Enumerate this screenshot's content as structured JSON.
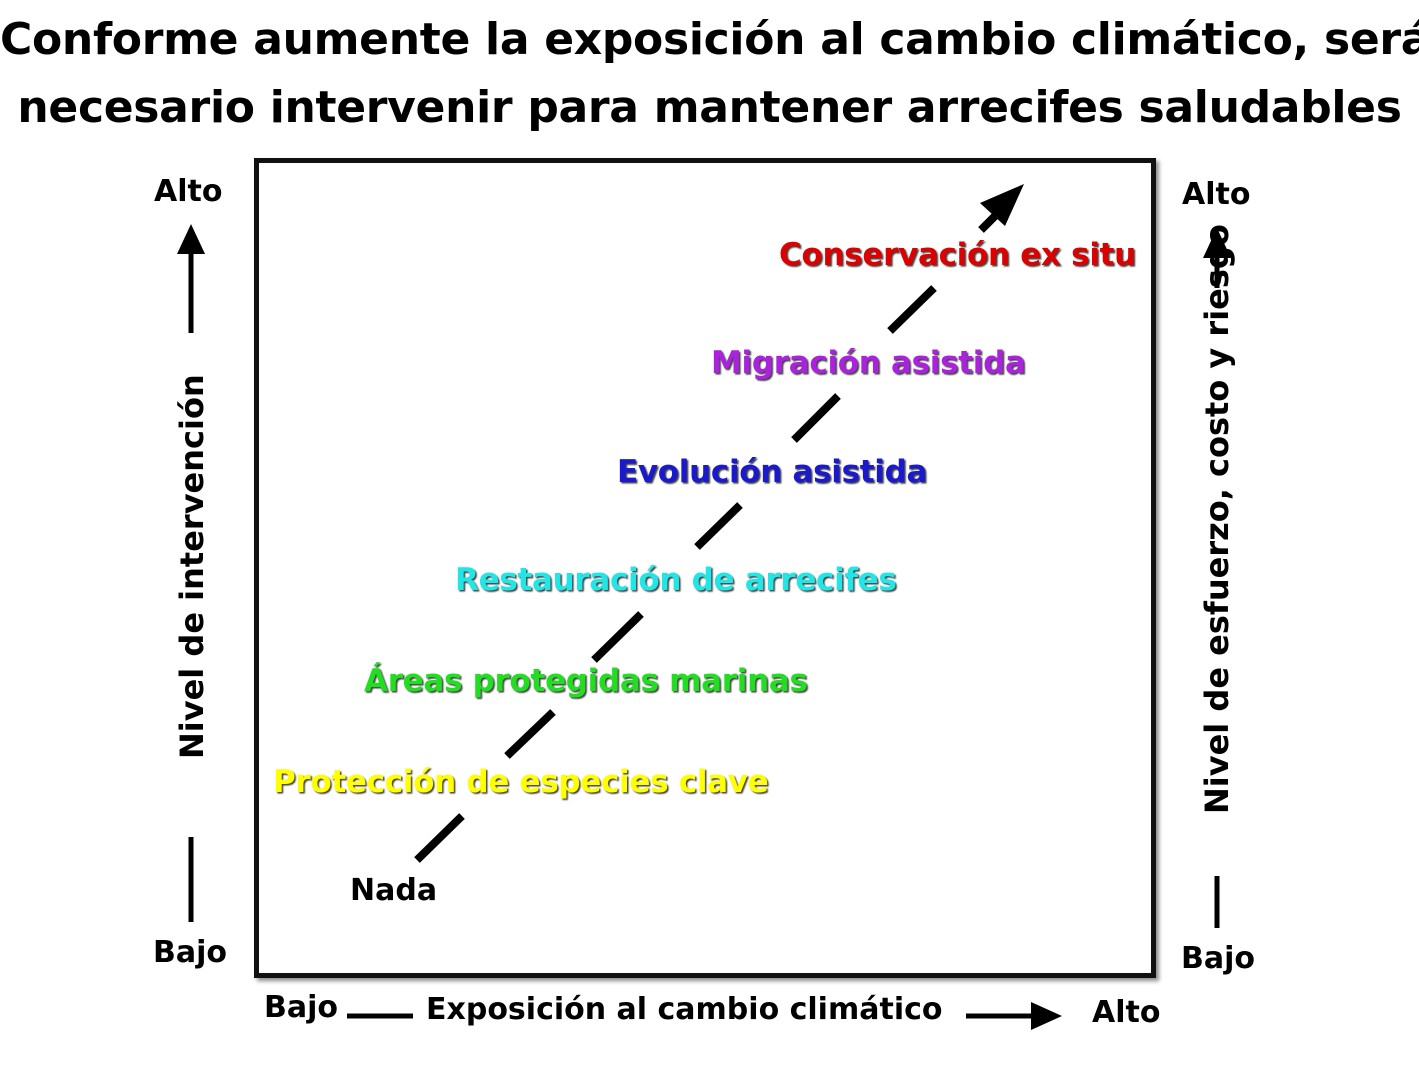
{
  "title": {
    "line1": "Conforme aumente la exposición al cambio climático,  será",
    "line2": "necesario intervenir para mantener arrecifes saludables"
  },
  "left_axis": {
    "label": "Nivel de intervención",
    "high": "Alto",
    "low": "Bajo"
  },
  "right_axis": {
    "label": "Nivel de esfuerzo, costo y riesgo",
    "high": "Alto",
    "low": "Bajo"
  },
  "bottom_axis": {
    "label": "Exposición al cambio climático",
    "low": "Bajo",
    "high": "Alto"
  },
  "steps": [
    {
      "label": "Nada",
      "color": "#000000"
    },
    {
      "label": "Protección de especies clave",
      "color": "#ffff00"
    },
    {
      "label": "Áreas protegidas marinas",
      "color": "#22dd22"
    },
    {
      "label": "Restauración de arrecifes",
      "color": "#22e6e6"
    },
    {
      "label": "Evolución asistida",
      "color": "#1a1acc"
    },
    {
      "label": "Migración asistida",
      "color": "#aa22dd"
    },
    {
      "label": "Conservación ex situ",
      "color": "#dd0000"
    }
  ]
}
